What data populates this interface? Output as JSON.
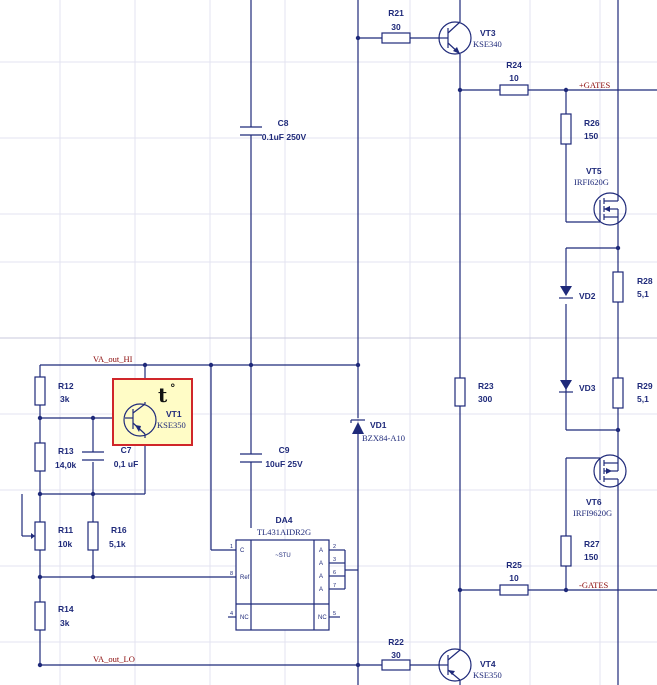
{
  "nets": {
    "gates_pos": "+GATES",
    "gates_neg": "-GATES",
    "va_hi": "VA_out_HI",
    "va_lo": "VA_out_LO"
  },
  "components": {
    "R21": {
      "ref": "R21",
      "value": "30"
    },
    "R22": {
      "ref": "R22",
      "value": "30"
    },
    "R23": {
      "ref": "R23",
      "value": "300"
    },
    "R24": {
      "ref": "R24",
      "value": "10"
    },
    "R25": {
      "ref": "R25",
      "value": "10"
    },
    "R26": {
      "ref": "R26",
      "value": "150"
    },
    "R27": {
      "ref": "R27",
      "value": "150"
    },
    "R28": {
      "ref": "R28",
      "value": "5,1"
    },
    "R29": {
      "ref": "R29",
      "value": "5,1"
    },
    "R12": {
      "ref": "R12",
      "value": "3k"
    },
    "R13": {
      "ref": "R13",
      "value": "14,0k"
    },
    "R11": {
      "ref": "R11",
      "value": "10k"
    },
    "R14": {
      "ref": "R14",
      "value": "3k"
    },
    "R16": {
      "ref": "R16",
      "value": "5,1k"
    },
    "C7": {
      "ref": "C7",
      "value": "0,1 uF"
    },
    "C8": {
      "ref": "C8",
      "value": "0.1uF 250V"
    },
    "C9": {
      "ref": "C9",
      "value": "10uF 25V"
    },
    "VT1": {
      "ref": "VT1",
      "value": "KSE350"
    },
    "VT3": {
      "ref": "VT3",
      "value": "KSE340"
    },
    "VT4": {
      "ref": "VT4",
      "value": "KSE350"
    },
    "VT5": {
      "ref": "VT5",
      "value": "IRFI620G"
    },
    "VT6": {
      "ref": "VT6",
      "value": "IRFI9620G"
    },
    "VD1": {
      "ref": "VD1",
      "value": "BZX84-A10"
    },
    "VD2": {
      "ref": "VD2",
      "value": ""
    },
    "VD3": {
      "ref": "VD3",
      "value": ""
    },
    "DA4": {
      "ref": "DA4",
      "value": "TL431AIDR2G",
      "body_label": "~STU",
      "pins": {
        "p1": "1",
        "p2": "2",
        "p3": "3",
        "p4": "4",
        "p5": "5",
        "p6": "6",
        "p7": "7",
        "p8": "8"
      },
      "pin_names": {
        "c": "C",
        "ref": "Ref",
        "nc_left": "NC",
        "nc_right": "NC",
        "a2": "A",
        "a3": "A",
        "a6": "A",
        "a7": "A"
      }
    }
  },
  "thermal_marker": {
    "symbol": "t",
    "degree": "°"
  },
  "colors": {
    "wire": "#1f2a7a",
    "net_label": "#8b0a0a",
    "highlight": "#d0262a",
    "highlight_fill": "#fffcc6"
  }
}
